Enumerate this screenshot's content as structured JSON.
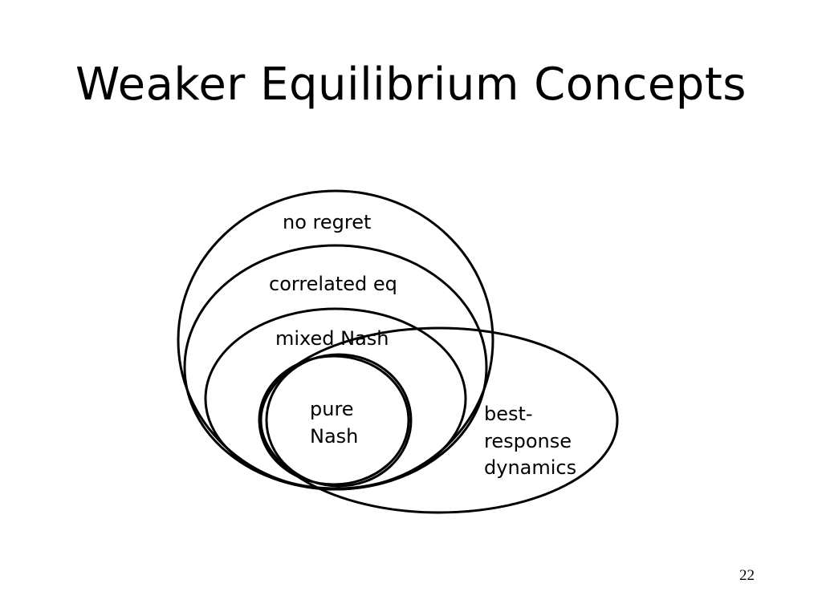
{
  "slide": {
    "title": "Weaker Equilibrium Concepts",
    "page_number": "22"
  },
  "diagram": {
    "regions": {
      "no_regret": "no regret",
      "correlated_eq": "correlated eq",
      "mixed_nash": "mixed Nash",
      "pure_nash": [
        "pure",
        "Nash"
      ],
      "best_response_dynamics": [
        "best-",
        "response",
        "dynamics"
      ]
    },
    "stroke_color": "#000000"
  }
}
